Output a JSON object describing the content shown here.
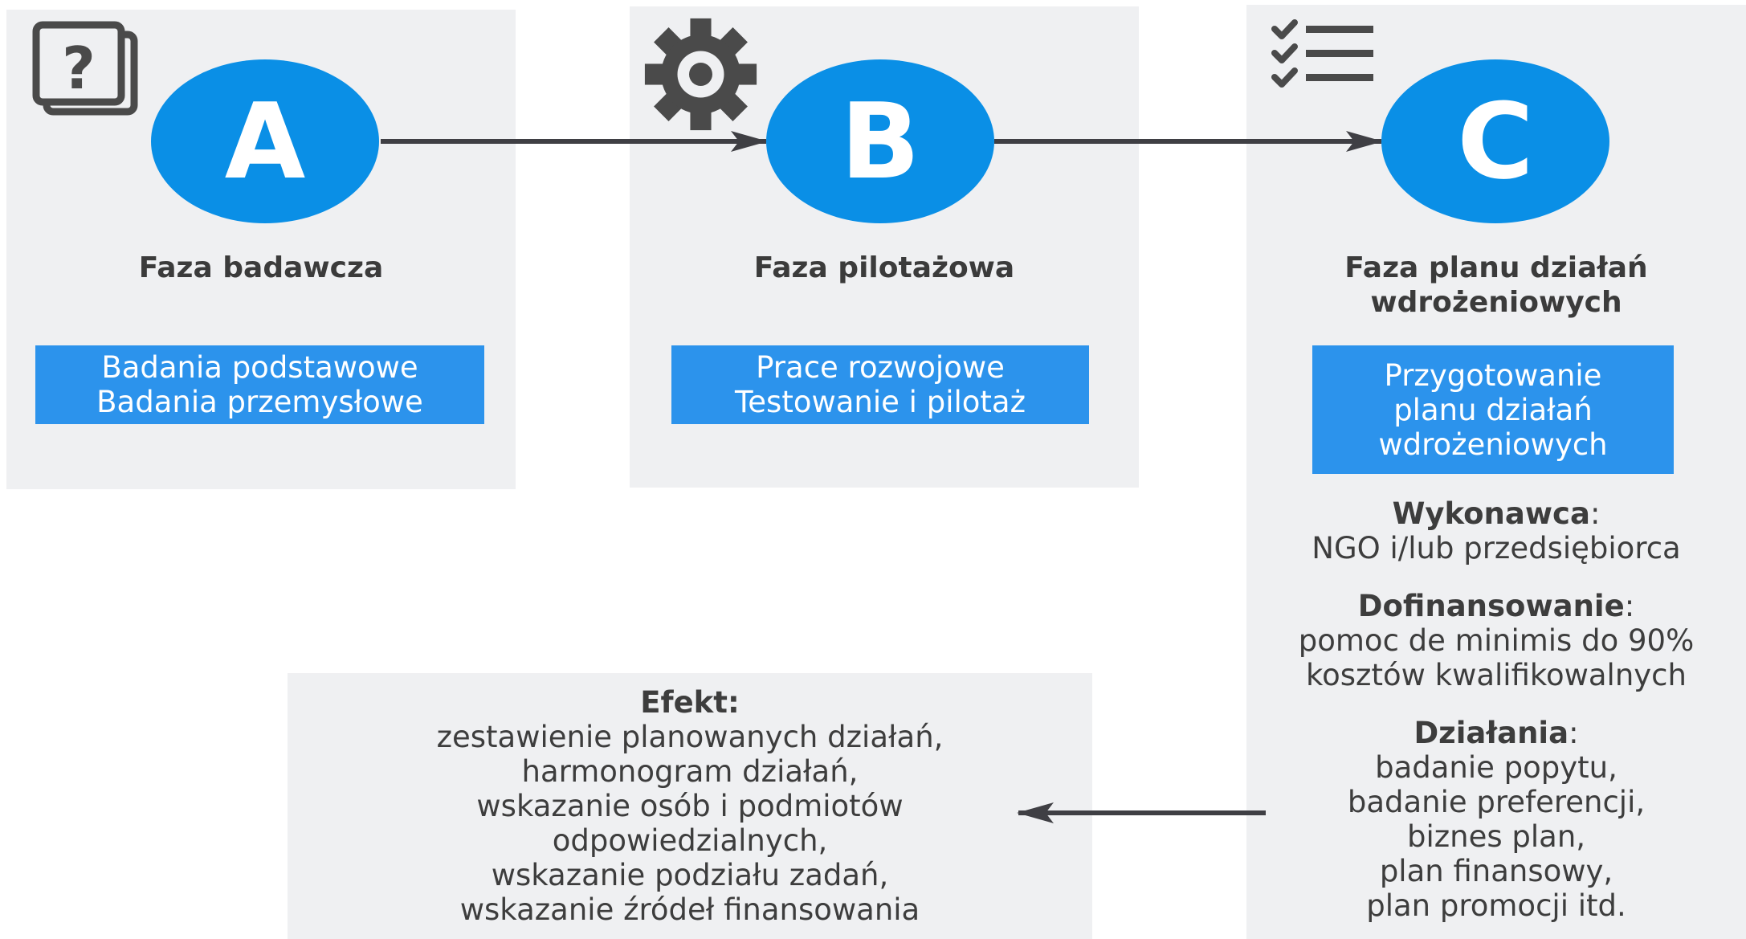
{
  "phases": [
    {
      "letter": "A",
      "title": [
        "Faza badawcza"
      ],
      "box": [
        "Badania podstawowe",
        "Badania przemysłowe"
      ],
      "icon": "question-document-icon"
    },
    {
      "letter": "B",
      "title": [
        "Faza pilotażowa"
      ],
      "box": [
        "Prace rozwojowe",
        "Testowanie i pilotaż"
      ],
      "icon": "gear-icon"
    },
    {
      "letter": "C",
      "title": [
        "Faza planu działań",
        "wdrożeniowych"
      ],
      "box": [
        "Przygotowanie",
        "planu działań",
        "wdrożeniowych"
      ],
      "icon": "checklist-icon",
      "details": {
        "contractor": {
          "label": "Wykonawca",
          "sep": ":",
          "lines": [
            "NGO i/lub przedsiębiorca"
          ]
        },
        "funding": {
          "label": "Dofinansowanie",
          "sep": ":",
          "lines": [
            "pomoc de minimis do 90%",
            "kosztów kwalifikowalnych"
          ]
        },
        "actions": {
          "label": "Działania",
          "sep": ":",
          "lines": [
            "badanie popytu,",
            "badanie preferencji,",
            "biznes plan,",
            "plan finansowy,",
            "plan promocji itd."
          ]
        }
      }
    }
  ],
  "effect": {
    "label": "Efekt:",
    "lines": [
      "zestawienie planowanych działań,",
      "harmonogram działań,",
      "wskazanie osób i podmiotów",
      "odpowiedzialnych,",
      "wskazanie podziału zadań,",
      "wskazanie źródeł finansowania"
    ]
  },
  "colors": {
    "panel": "#eff0f2",
    "circle": "#0a8fe6",
    "box": "#2c93ec",
    "arrow": "#3f3f44",
    "icon": "#4a4a4a"
  }
}
